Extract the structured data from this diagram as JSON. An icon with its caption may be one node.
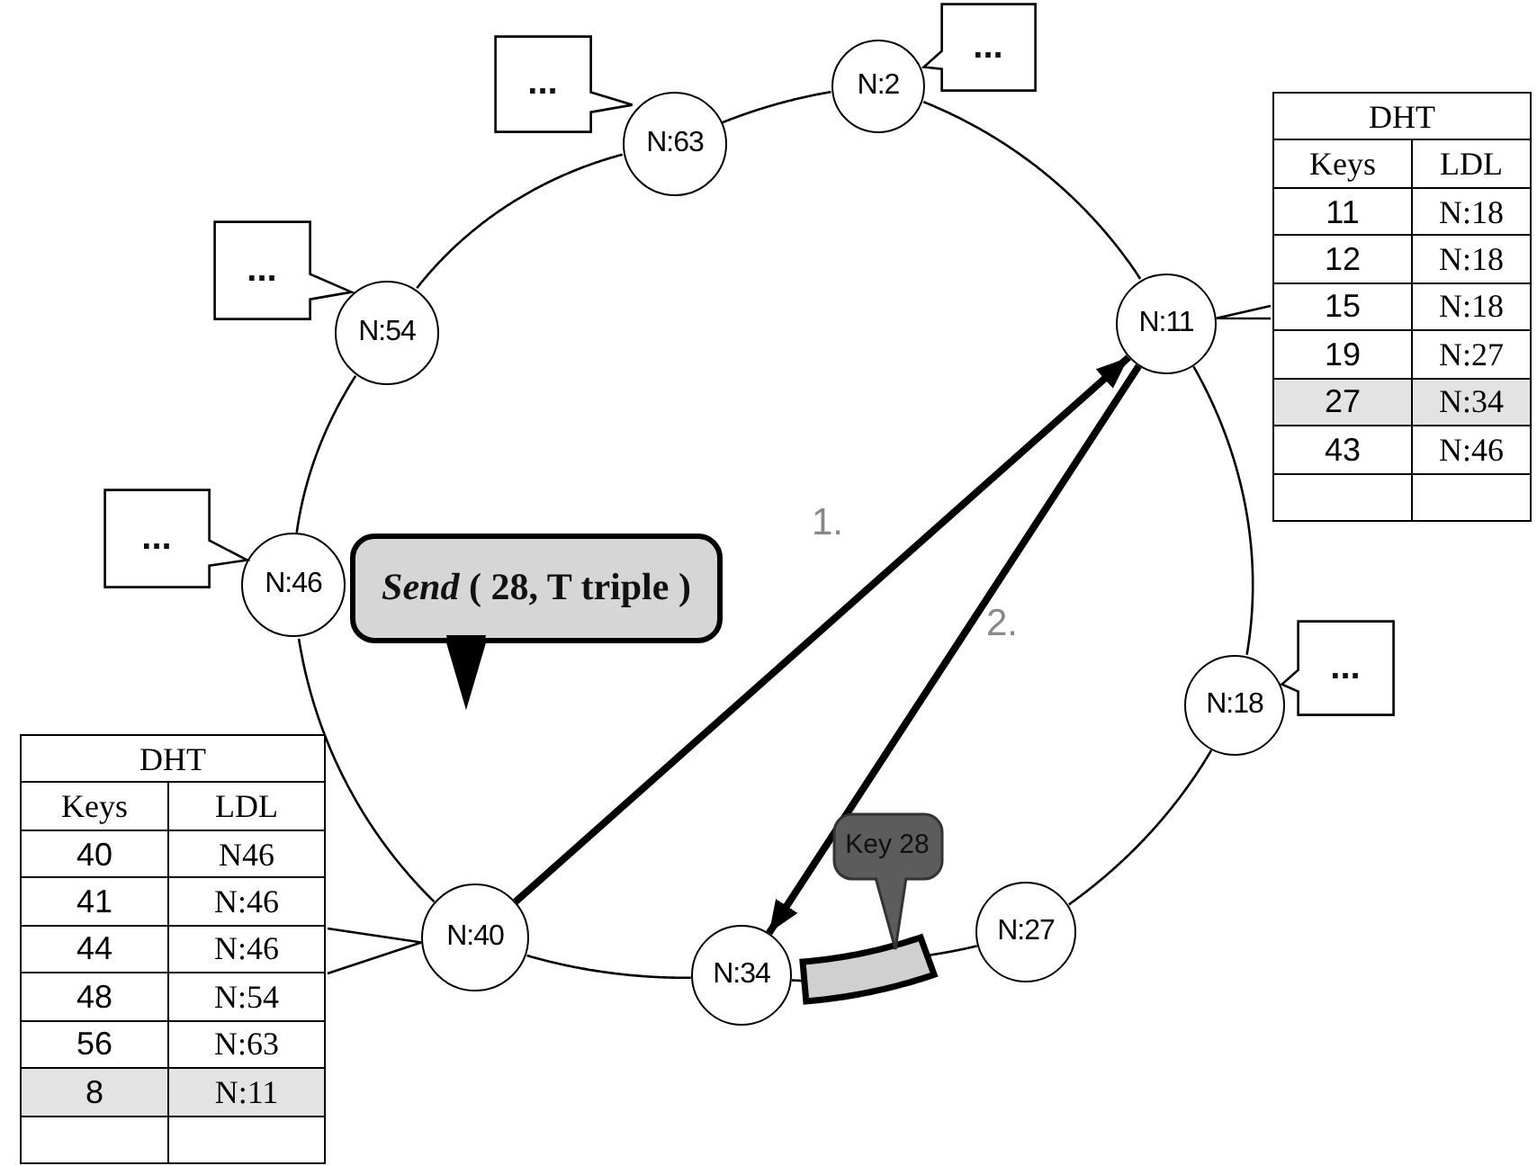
{
  "diagram": {
    "nodes": [
      {
        "text": [
          "..."
        ]
      },
      {
        "text": [
          "N:63"
        ]
      },
      {
        "text": [
          "N:2"
        ]
      },
      {
        "text": [
          "..."
        ]
      },
      {
        "text": [
          "DHT",
          "Keys",
          "LDL",
          "11",
          "N:18",
          "12",
          "N:18",
          "15",
          "N:18",
          "19",
          "N:27",
          "27",
          "N:34",
          "43",
          "N:46"
        ]
      },
      {
        "text": [
          "..."
        ]
      },
      {
        "text": [
          "N:54"
        ]
      },
      {
        "text": [
          "N:11"
        ]
      },
      {
        "text": [
          "..."
        ]
      },
      {
        "text": [
          "N:46"
        ]
      },
      {
        "text": [
          "..."
        ]
      },
      {
        "text": [
          "N:18"
        ]
      },
      {
        "text": [
          "*Send* ( 28, T triple )"
        ]
      },
      {
        "text": [
          "DHT",
          "Keys",
          "LDL",
          "40",
          "N46",
          "41",
          "N:46",
          "44",
          "N:46",
          "48",
          "N:54",
          "56",
          "N:63",
          "8",
          "N:11"
        ]
      },
      {
        "text": [
          "Key 28"
        ]
      },
      {
        "text": [
          "N:40"
        ]
      },
      {
        "text": [
          "N:27"
        ]
      },
      {
        "text": [
          "N:34"
        ]
      },
      {
        "text": [],
        "shape": "bar"
      }
    ],
    "edges": [
      {
        "from": 1,
        "to": 2,
        "arrow": "none"
      },
      {
        "from": 2,
        "to": 7,
        "arrow": "none"
      },
      {
        "from": 7,
        "to": 11,
        "arrow": "none"
      },
      {
        "from": 11,
        "to": 16,
        "arrow": "none"
      },
      {
        "from": 16,
        "to": 18,
        "arrow": "none"
      },
      {
        "from": 18,
        "to": 17,
        "arrow": "none"
      },
      {
        "from": 17,
        "to": 15,
        "arrow": "none"
      },
      {
        "from": 15,
        "to": 9,
        "arrow": "none"
      },
      {
        "from": 9,
        "to": 6,
        "arrow": "none"
      },
      {
        "from": 6,
        "to": 1,
        "arrow": "none"
      },
      {
        "from": 4,
        "to": 7,
        "arrow": "none"
      },
      {
        "from": 13,
        "to": 15,
        "arrow": "none"
      },
      {
        "from": 15,
        "to": 7,
        "arrow": "to",
        "style": "thick",
        "label": "1."
      },
      {
        "from": 7,
        "to": 17,
        "arrow": "to",
        "style": "thick",
        "label": "2."
      }
    ]
  }
}
